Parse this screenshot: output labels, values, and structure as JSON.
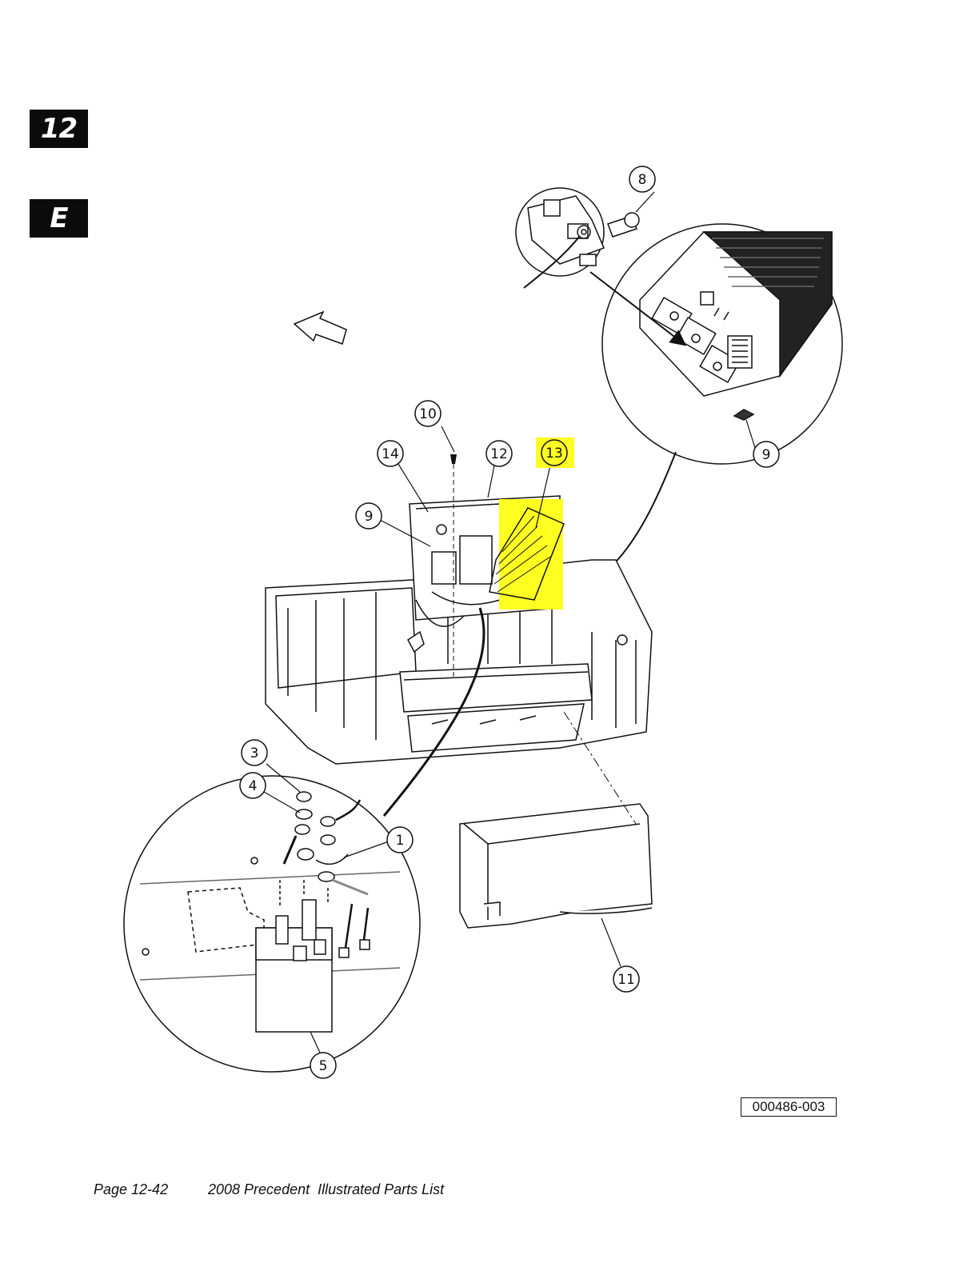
{
  "tabs": {
    "chapter": "12",
    "section": "E"
  },
  "callouts": [
    "1",
    "3",
    "4",
    "5",
    "8",
    "9",
    "9",
    "10",
    "11",
    "12",
    "13",
    "14"
  ],
  "highlighted_callout": "13",
  "figure_id": "000486-003",
  "footer": {
    "page": "Page 12-42",
    "title": "2008 Precedent  Illustrated Parts List"
  },
  "colors": {
    "highlight": "#ffff22",
    "line": "#111111"
  }
}
